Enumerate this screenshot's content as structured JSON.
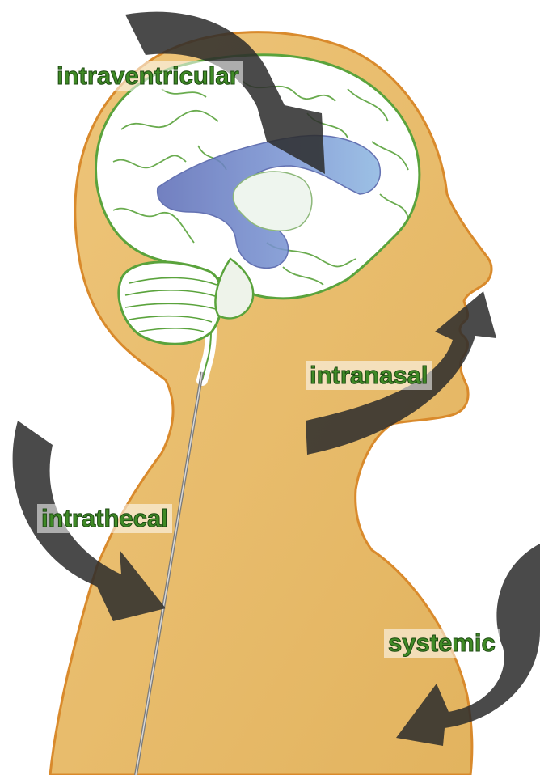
{
  "labels": {
    "intraventricular": "intraventricular",
    "intranasal": "intranasal",
    "intrathecal": "intrathecal",
    "systemic": "systemic"
  },
  "colors": {
    "skin": "#e9bc6c",
    "skin_outline": "#d98a2c",
    "brain_outline": "#5aa33c",
    "ventricle": "#6f86c9",
    "arrow": "#2c2c2c",
    "label_text": "#3f8a26"
  }
}
